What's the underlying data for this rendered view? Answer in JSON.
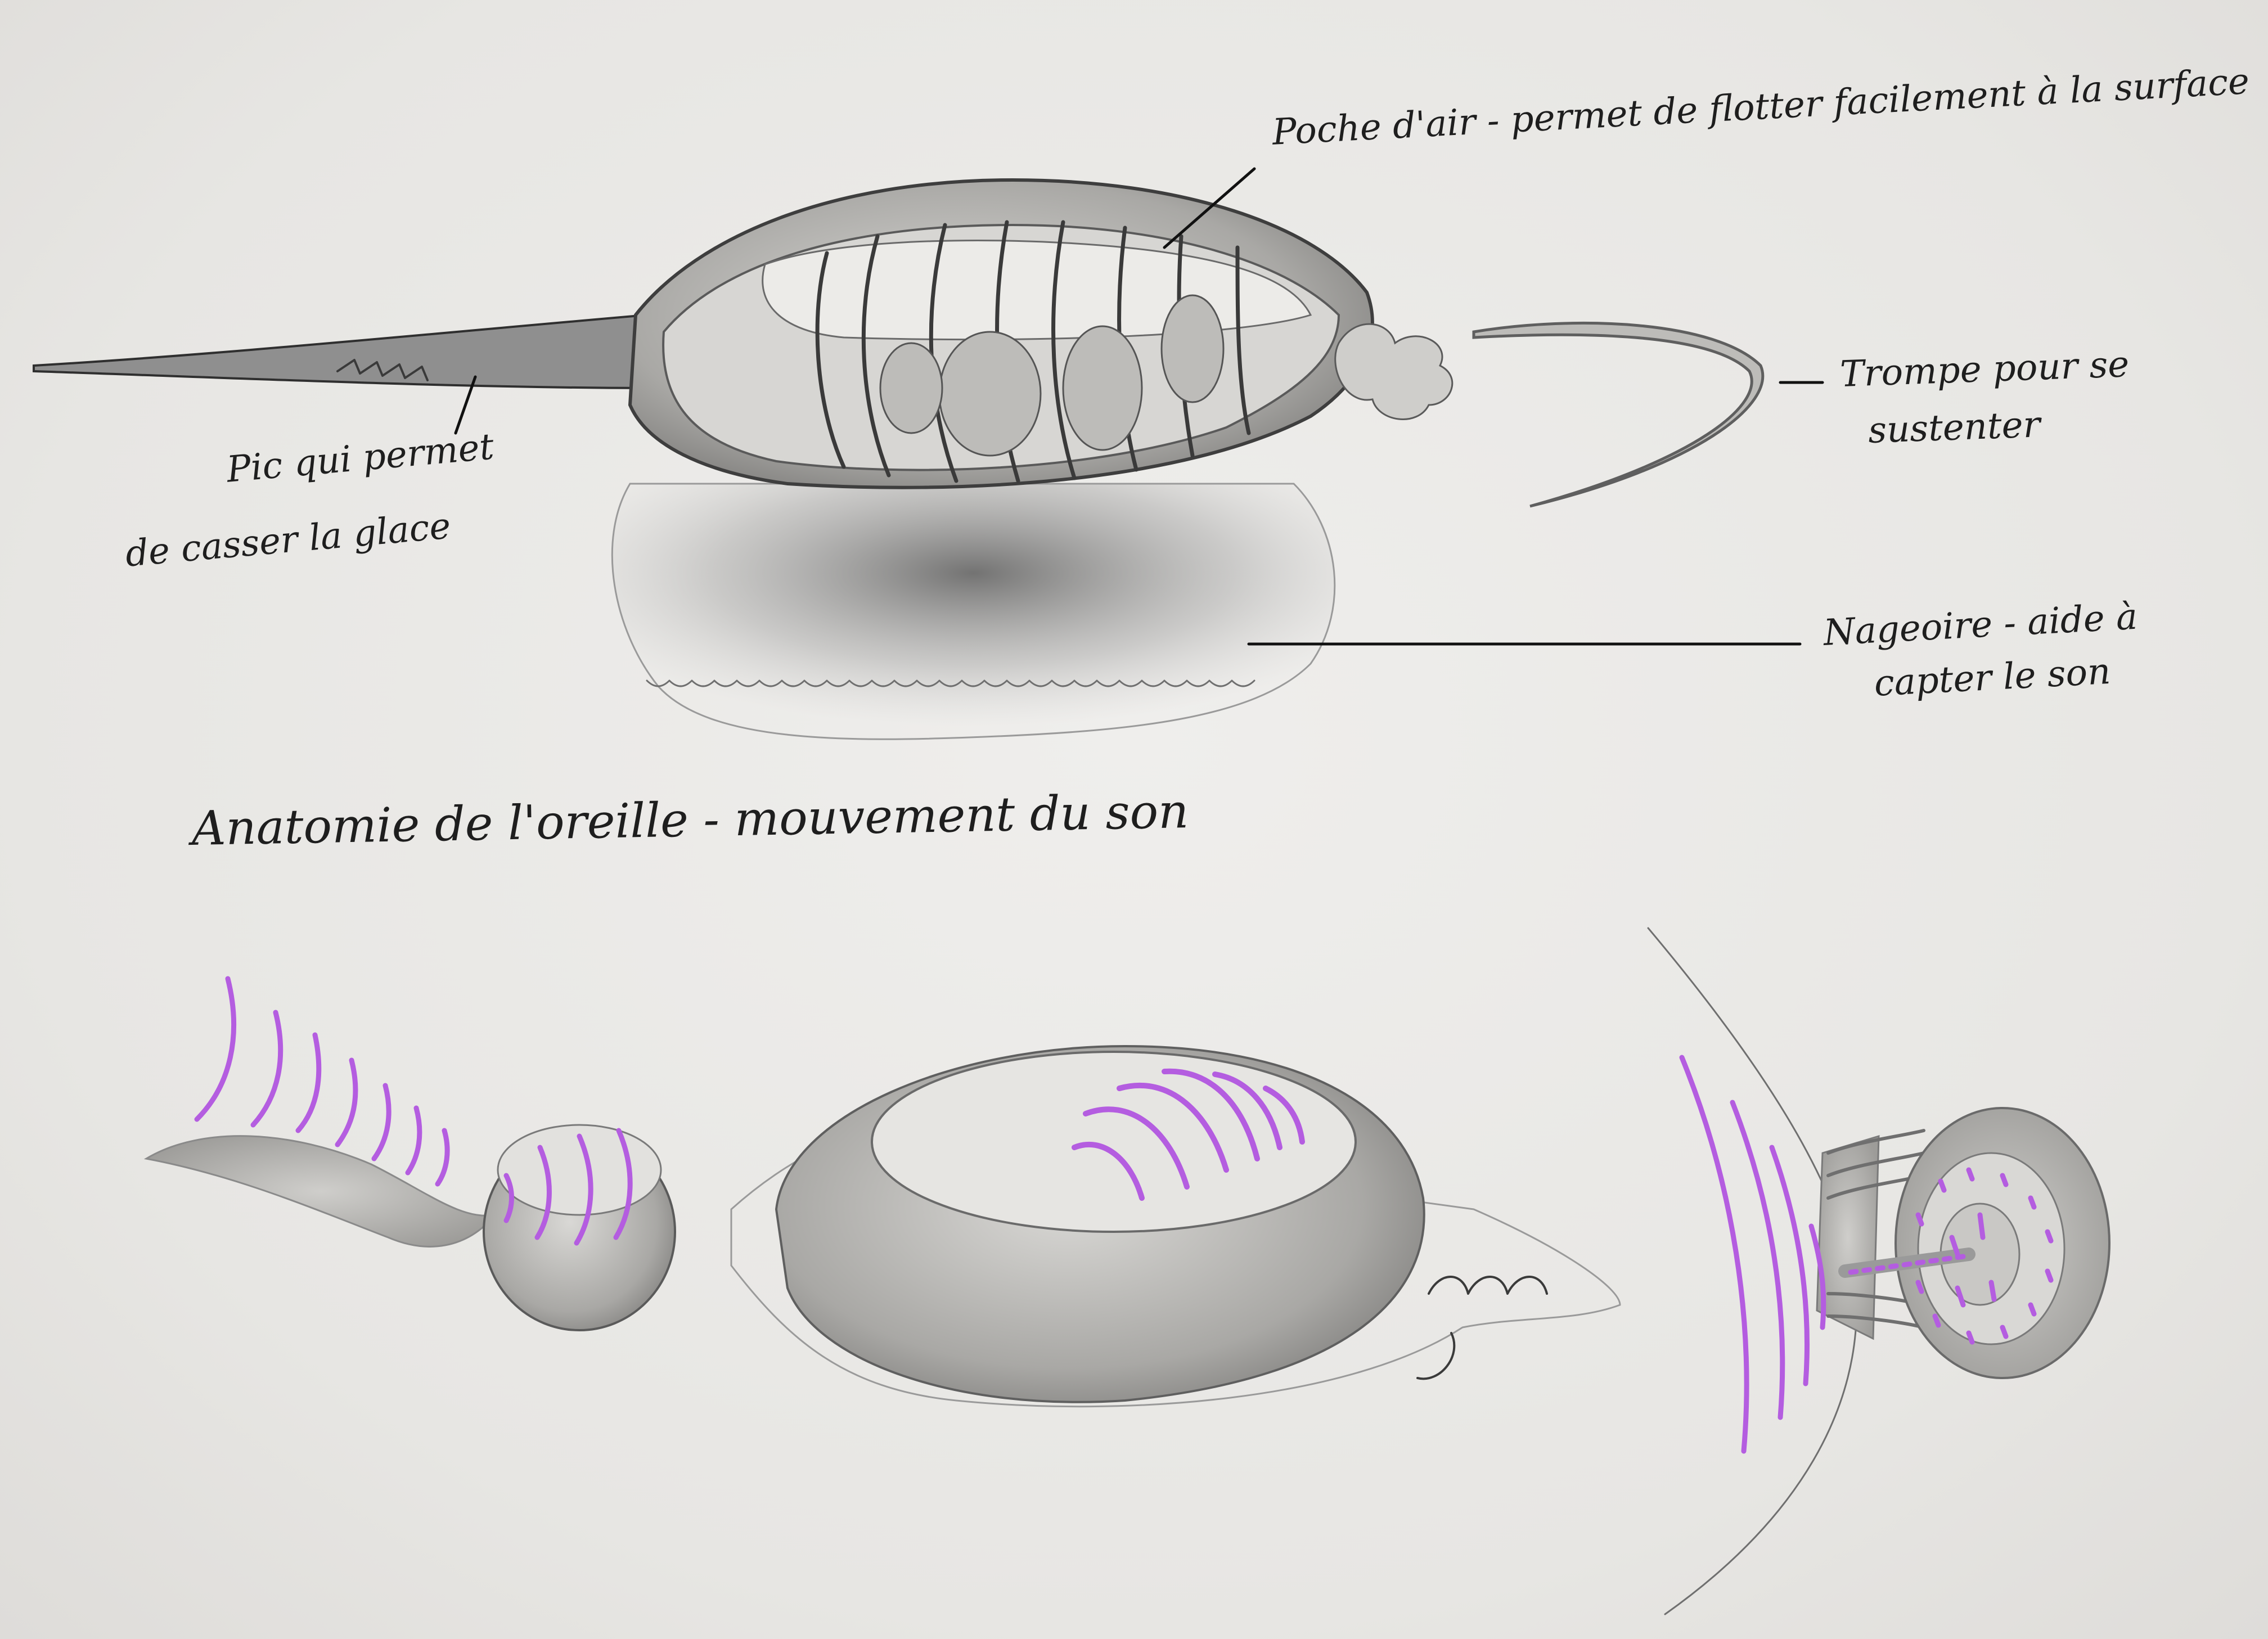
{
  "labels": {
    "air_pocket": "Poche d'air - permet de flotter facilement à la surface",
    "spike_line1": "Pic qui permet",
    "spike_line2": "de casser la glace",
    "trunk_line1": "Trompe pour se",
    "trunk_line2": "sustenter",
    "fin_line1": "Nageoire - aide à",
    "fin_line2": "capter le son"
  },
  "section_title": "Anatomie de l'oreille - mouvement du son",
  "colors": {
    "paper": "#e9e8e6",
    "graphite": "#6f6f6f",
    "ink": "#111111",
    "sound_wave": "#b45de0"
  }
}
